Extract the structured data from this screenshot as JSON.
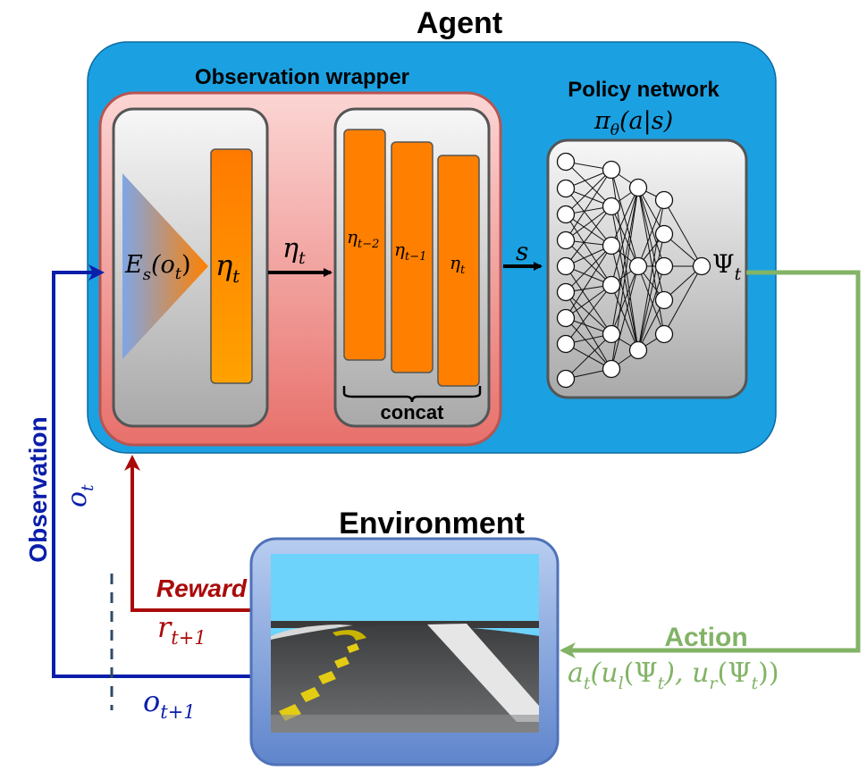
{
  "agent": {
    "title": "Agent",
    "observation_wrapper": {
      "title": "Observation wrapper",
      "encoder_label": "E",
      "encoder_sub": "s",
      "encoder_arg": "(o",
      "encoder_arg_sub": "t",
      "encoder_arg_close": ")",
      "latent_label": "η",
      "latent_sub": "t",
      "arrow_label": "η",
      "arrow_sub": "t",
      "concat_label": "concat",
      "stack": [
        {
          "label": "η",
          "sub": "t−2"
        },
        {
          "label": "η",
          "sub": "t−1"
        },
        {
          "label": "η",
          "sub": "t"
        }
      ]
    },
    "state_label": "s",
    "policy_network": {
      "title": "Policy network",
      "formula": "π",
      "formula_sub": "θ",
      "formula_rest": "(a|s)",
      "output_label": "Ψ",
      "output_sub": "t"
    }
  },
  "environment": {
    "title": "Environment"
  },
  "signals": {
    "observation": {
      "label": "Observation",
      "symbol": "o",
      "symbol_sub": "t",
      "next_symbol": "o",
      "next_sub": "t+1",
      "color": "#0a1eaa"
    },
    "reward": {
      "label": "Reward",
      "symbol": "r",
      "symbol_sub": "t+1",
      "color": "#aa0a0a"
    },
    "action": {
      "label": "Action",
      "formula": "a",
      "formula_sub": "t",
      "formula_rest": "(u",
      "formula_rest_sub": "l",
      "formula_rest2": "(Ψ",
      "formula_rest2_sub": "t",
      "formula_rest3": "), u",
      "formula_rest3_sub": "r",
      "formula_rest4": "(Ψ",
      "formula_rest4_sub": "t",
      "formula_rest5": "))",
      "color": "#82b366"
    }
  },
  "colors": {
    "agent_bg": "#1ba1e2",
    "wrapper_bg": "#f8cecc",
    "wrapper_border": "#b85450",
    "box_border": "#555555",
    "latent": "#ff8000"
  }
}
